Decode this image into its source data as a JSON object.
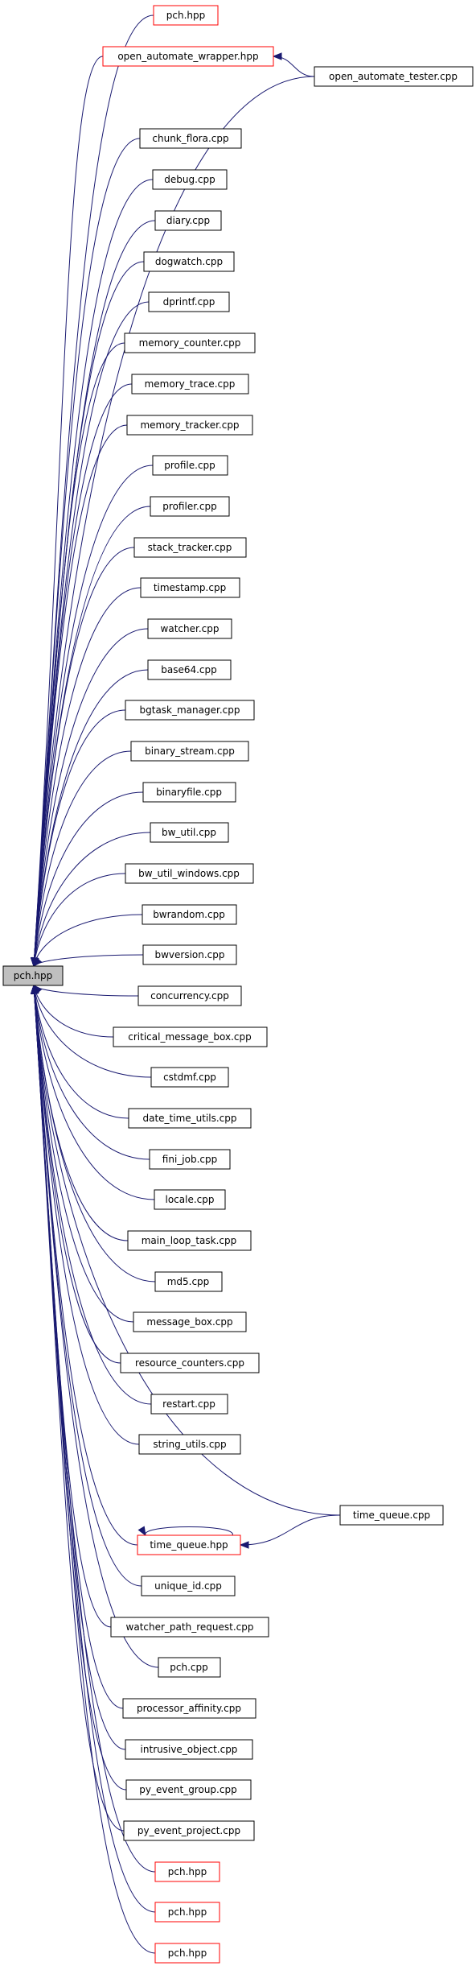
{
  "colors": {
    "edge": "#191970",
    "box_border": "#000000",
    "box_border_truncated": "#ff0000",
    "root_fill": "#bfbfbf"
  },
  "root": {
    "id": "root",
    "label": "pch.hpp"
  },
  "nodes": [
    {
      "id": "n1",
      "label": "pch.hpp",
      "truncated": true
    },
    {
      "id": "n2",
      "label": "open_automate_wrapper.hpp",
      "truncated": true
    },
    {
      "id": "n3",
      "label": "open_automate_tester.cpp",
      "truncated": false
    },
    {
      "id": "n4",
      "label": "chunk_flora.cpp",
      "truncated": false
    },
    {
      "id": "n5",
      "label": "debug.cpp",
      "truncated": false
    },
    {
      "id": "n6",
      "label": "diary.cpp",
      "truncated": false
    },
    {
      "id": "n7",
      "label": "dogwatch.cpp",
      "truncated": false
    },
    {
      "id": "n8",
      "label": "dprintf.cpp",
      "truncated": false
    },
    {
      "id": "n9",
      "label": "memory_counter.cpp",
      "truncated": false
    },
    {
      "id": "n10",
      "label": "memory_trace.cpp",
      "truncated": false
    },
    {
      "id": "n11",
      "label": "memory_tracker.cpp",
      "truncated": false
    },
    {
      "id": "n12",
      "label": "profile.cpp",
      "truncated": false
    },
    {
      "id": "n13",
      "label": "profiler.cpp",
      "truncated": false
    },
    {
      "id": "n14",
      "label": "stack_tracker.cpp",
      "truncated": false
    },
    {
      "id": "n15",
      "label": "timestamp.cpp",
      "truncated": false
    },
    {
      "id": "n16",
      "label": "watcher.cpp",
      "truncated": false
    },
    {
      "id": "n17",
      "label": "base64.cpp",
      "truncated": false
    },
    {
      "id": "n18",
      "label": "bgtask_manager.cpp",
      "truncated": false
    },
    {
      "id": "n19",
      "label": "binary_stream.cpp",
      "truncated": false
    },
    {
      "id": "n20",
      "label": "binaryfile.cpp",
      "truncated": false
    },
    {
      "id": "n21",
      "label": "bw_util.cpp",
      "truncated": false
    },
    {
      "id": "n22",
      "label": "bw_util_windows.cpp",
      "truncated": false
    },
    {
      "id": "n23",
      "label": "bwrandom.cpp",
      "truncated": false
    },
    {
      "id": "n24",
      "label": "bwversion.cpp",
      "truncated": false
    },
    {
      "id": "n25",
      "label": "concurrency.cpp",
      "truncated": false
    },
    {
      "id": "n26",
      "label": "critical_message_box.cpp",
      "truncated": false
    },
    {
      "id": "n27",
      "label": "cstdmf.cpp",
      "truncated": false
    },
    {
      "id": "n28",
      "label": "date_time_utils.cpp",
      "truncated": false
    },
    {
      "id": "n29",
      "label": "fini_job.cpp",
      "truncated": false
    },
    {
      "id": "n30",
      "label": "locale.cpp",
      "truncated": false
    },
    {
      "id": "n31",
      "label": "main_loop_task.cpp",
      "truncated": false
    },
    {
      "id": "n32",
      "label": "md5.cpp",
      "truncated": false
    },
    {
      "id": "n33",
      "label": "message_box.cpp",
      "truncated": false
    },
    {
      "id": "n34",
      "label": "resource_counters.cpp",
      "truncated": false
    },
    {
      "id": "n35",
      "label": "restart.cpp",
      "truncated": false
    },
    {
      "id": "n36",
      "label": "string_utils.cpp",
      "truncated": false
    },
    {
      "id": "n37",
      "label": "time_queue.cpp",
      "truncated": false
    },
    {
      "id": "n38",
      "label": "time_queue.hpp",
      "truncated": true
    },
    {
      "id": "n39",
      "label": "unique_id.cpp",
      "truncated": false
    },
    {
      "id": "n40",
      "label": "watcher_path_request.cpp",
      "truncated": false
    },
    {
      "id": "n41",
      "label": "pch.cpp",
      "truncated": false
    },
    {
      "id": "n42",
      "label": "processor_affinity.cpp",
      "truncated": false
    },
    {
      "id": "n43",
      "label": "intrusive_object.cpp",
      "truncated": false
    },
    {
      "id": "n44",
      "label": "py_event_group.cpp",
      "truncated": false
    },
    {
      "id": "n45",
      "label": "py_event_project.cpp",
      "truncated": false
    },
    {
      "id": "n46",
      "label": "pch.hpp",
      "truncated": true
    },
    {
      "id": "n47",
      "label": "pch.hpp",
      "truncated": true
    },
    {
      "id": "n48",
      "label": "pch.hpp",
      "truncated": true
    }
  ],
  "edges": [
    {
      "from": "root",
      "to": "n1"
    },
    {
      "from": "root",
      "to": "n2"
    },
    {
      "from": "root",
      "to": "n3"
    },
    {
      "from": "n2",
      "to": "n3"
    },
    {
      "from": "root",
      "to": "n4"
    },
    {
      "from": "root",
      "to": "n5"
    },
    {
      "from": "root",
      "to": "n6"
    },
    {
      "from": "root",
      "to": "n7"
    },
    {
      "from": "root",
      "to": "n8"
    },
    {
      "from": "root",
      "to": "n9"
    },
    {
      "from": "root",
      "to": "n10"
    },
    {
      "from": "root",
      "to": "n11"
    },
    {
      "from": "root",
      "to": "n12"
    },
    {
      "from": "root",
      "to": "n13"
    },
    {
      "from": "root",
      "to": "n14"
    },
    {
      "from": "root",
      "to": "n15"
    },
    {
      "from": "root",
      "to": "n16"
    },
    {
      "from": "root",
      "to": "n17"
    },
    {
      "from": "root",
      "to": "n18"
    },
    {
      "from": "root",
      "to": "n19"
    },
    {
      "from": "root",
      "to": "n20"
    },
    {
      "from": "root",
      "to": "n21"
    },
    {
      "from": "root",
      "to": "n22"
    },
    {
      "from": "root",
      "to": "n23"
    },
    {
      "from": "root",
      "to": "n24"
    },
    {
      "from": "root",
      "to": "n25"
    },
    {
      "from": "root",
      "to": "n26"
    },
    {
      "from": "root",
      "to": "n27"
    },
    {
      "from": "root",
      "to": "n28"
    },
    {
      "from": "root",
      "to": "n29"
    },
    {
      "from": "root",
      "to": "n30"
    },
    {
      "from": "root",
      "to": "n31"
    },
    {
      "from": "root",
      "to": "n32"
    },
    {
      "from": "root",
      "to": "n33"
    },
    {
      "from": "root",
      "to": "n34"
    },
    {
      "from": "root",
      "to": "n35"
    },
    {
      "from": "root",
      "to": "n36"
    },
    {
      "from": "root",
      "to": "n37"
    },
    {
      "from": "root",
      "to": "n38"
    },
    {
      "from": "n38",
      "to": "n37"
    },
    {
      "from": "n38",
      "to": "n38"
    },
    {
      "from": "root",
      "to": "n39"
    },
    {
      "from": "root",
      "to": "n40"
    },
    {
      "from": "root",
      "to": "n41"
    },
    {
      "from": "root",
      "to": "n42"
    },
    {
      "from": "root",
      "to": "n43"
    },
    {
      "from": "root",
      "to": "n44"
    },
    {
      "from": "root",
      "to": "n45"
    },
    {
      "from": "root",
      "to": "n46"
    },
    {
      "from": "root",
      "to": "n47"
    },
    {
      "from": "root",
      "to": "n48"
    }
  ]
}
